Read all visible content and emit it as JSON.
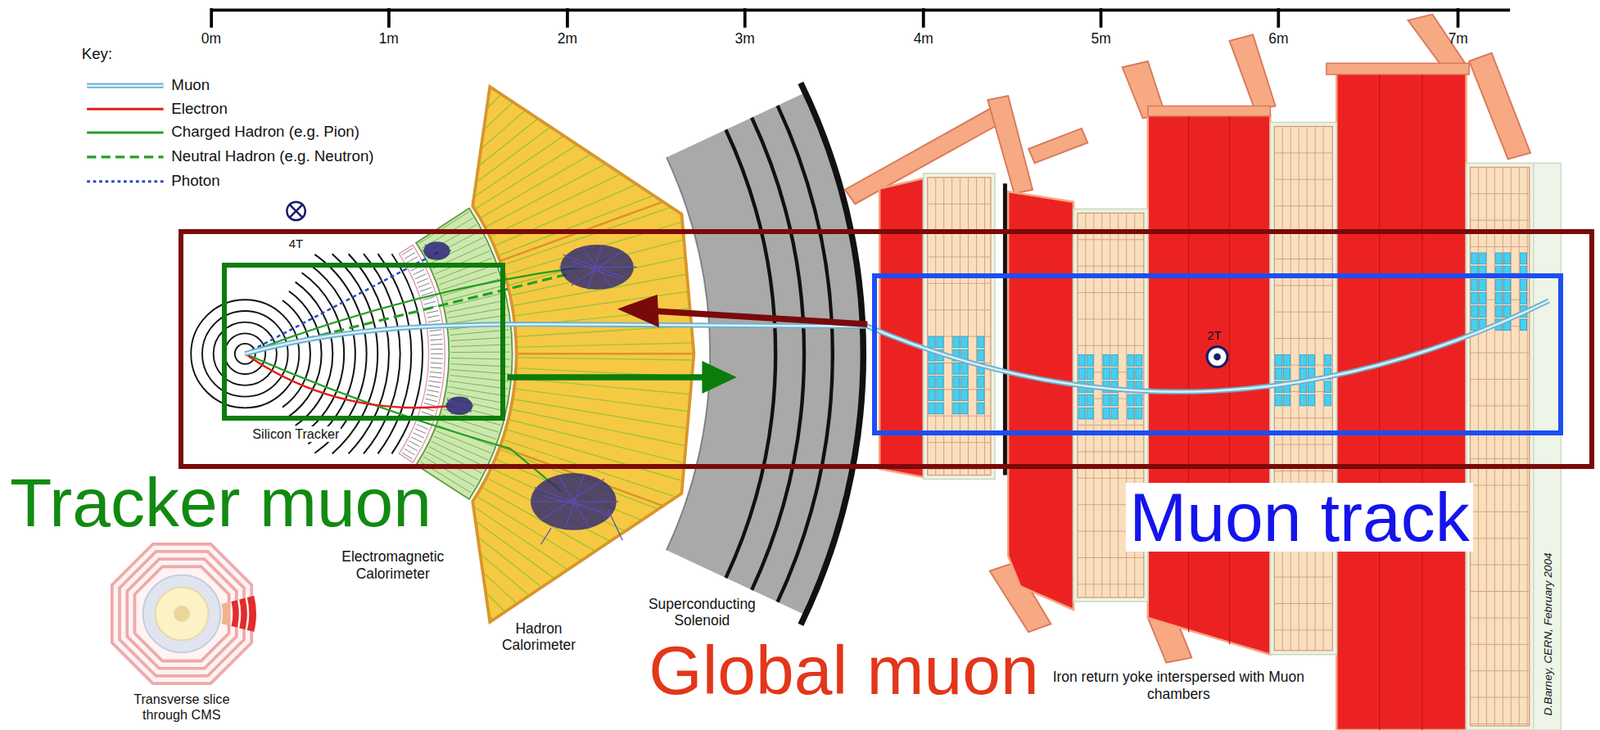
{
  "diagram": {
    "nodes": [
      {
        "text": [
          "Global muon"
        ]
      },
      {
        "text": [
          "Tracker muon"
        ],
        "in": 0
      },
      {
        "text": [
          "Muon track"
        ],
        "in": 0
      }
    ],
    "labels": [
      "0m",
      "1m",
      "2m",
      "3m",
      "4m",
      "5m",
      "6m",
      "7m",
      "Key:",
      "4T",
      "Silicon Tracker",
      "Electromagnetic Calorimeter",
      "Hadron Calorimeter",
      "Superconducting Solenoid",
      "2T",
      "Iron return yoke interspersed with Muon chambers",
      "Transverse slice through CMS",
      "D.Barney, CERN, February 2004"
    ],
    "legend": [
      {
        "text": "Muon"
      },
      {
        "text": "Electron"
      },
      {
        "text": "Charged Hadron (e.g. Pion)"
      },
      {
        "text": "Neutral Hadron (e.g. Neutron)"
      },
      {
        "text": "Photon"
      }
    ]
  }
}
